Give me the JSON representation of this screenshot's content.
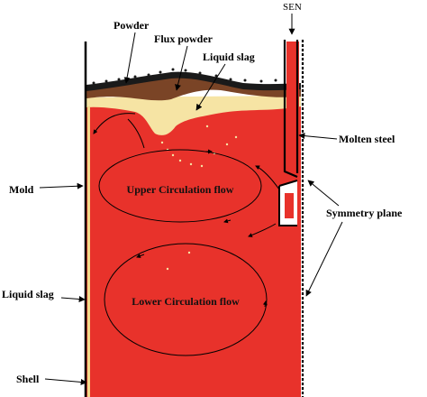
{
  "labels": {
    "sen": "SEN",
    "powder": "Powder",
    "flux_powder": "Flux powder",
    "liquid_slag_top": "Liquid slag",
    "molten_steel": "Molten steel",
    "mold": "Mold",
    "symmetry_plane": "Symmetry plane",
    "liquid_slag_side": "Liquid slag",
    "shell": "Shell",
    "upper_flow": "Upper Circulation flow",
    "lower_flow": "Lower Circulation flow"
  },
  "colors": {
    "molten_steel": "#e8322b",
    "liquid_slag": "#f6e4a4",
    "flux_powder": "#7a4426",
    "powder": "#1a1a1a",
    "outline": "#000000",
    "shell": "#f2d98a"
  }
}
